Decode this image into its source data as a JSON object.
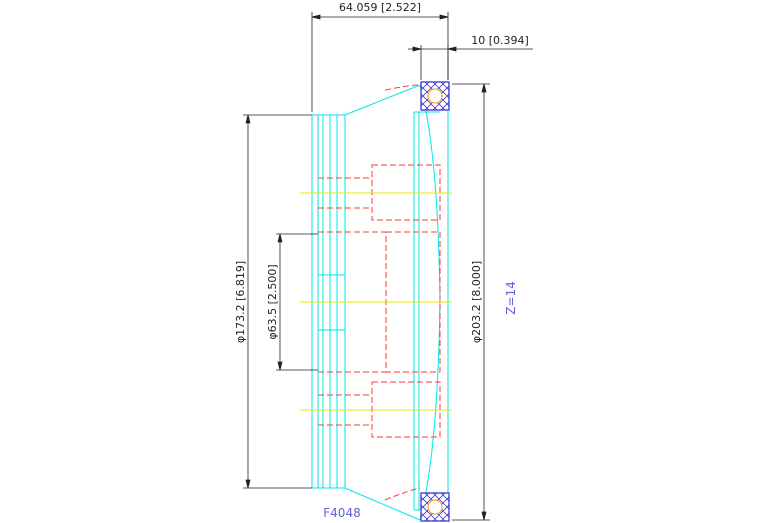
{
  "dimensions": {
    "overall_width": "64.059 [2.522]",
    "lip_width": "10 [0.394]",
    "inner_diameter": "φ173.2 [6.819]",
    "bore_diameter": "φ63.5 [2.500]",
    "outer_diameter": "φ203.2 [8.000]"
  },
  "labels": {
    "teeth_count": "Z=14",
    "part_number": "F4048"
  },
  "colors": {
    "body_outline": "#00e5ee",
    "hidden_line": "#ff3b3b",
    "center_line": "#e8e800",
    "dimension": "#222222",
    "label": "#6060d8",
    "hatch": "#2b2bd0",
    "chain_pin": "#ff8c00"
  }
}
